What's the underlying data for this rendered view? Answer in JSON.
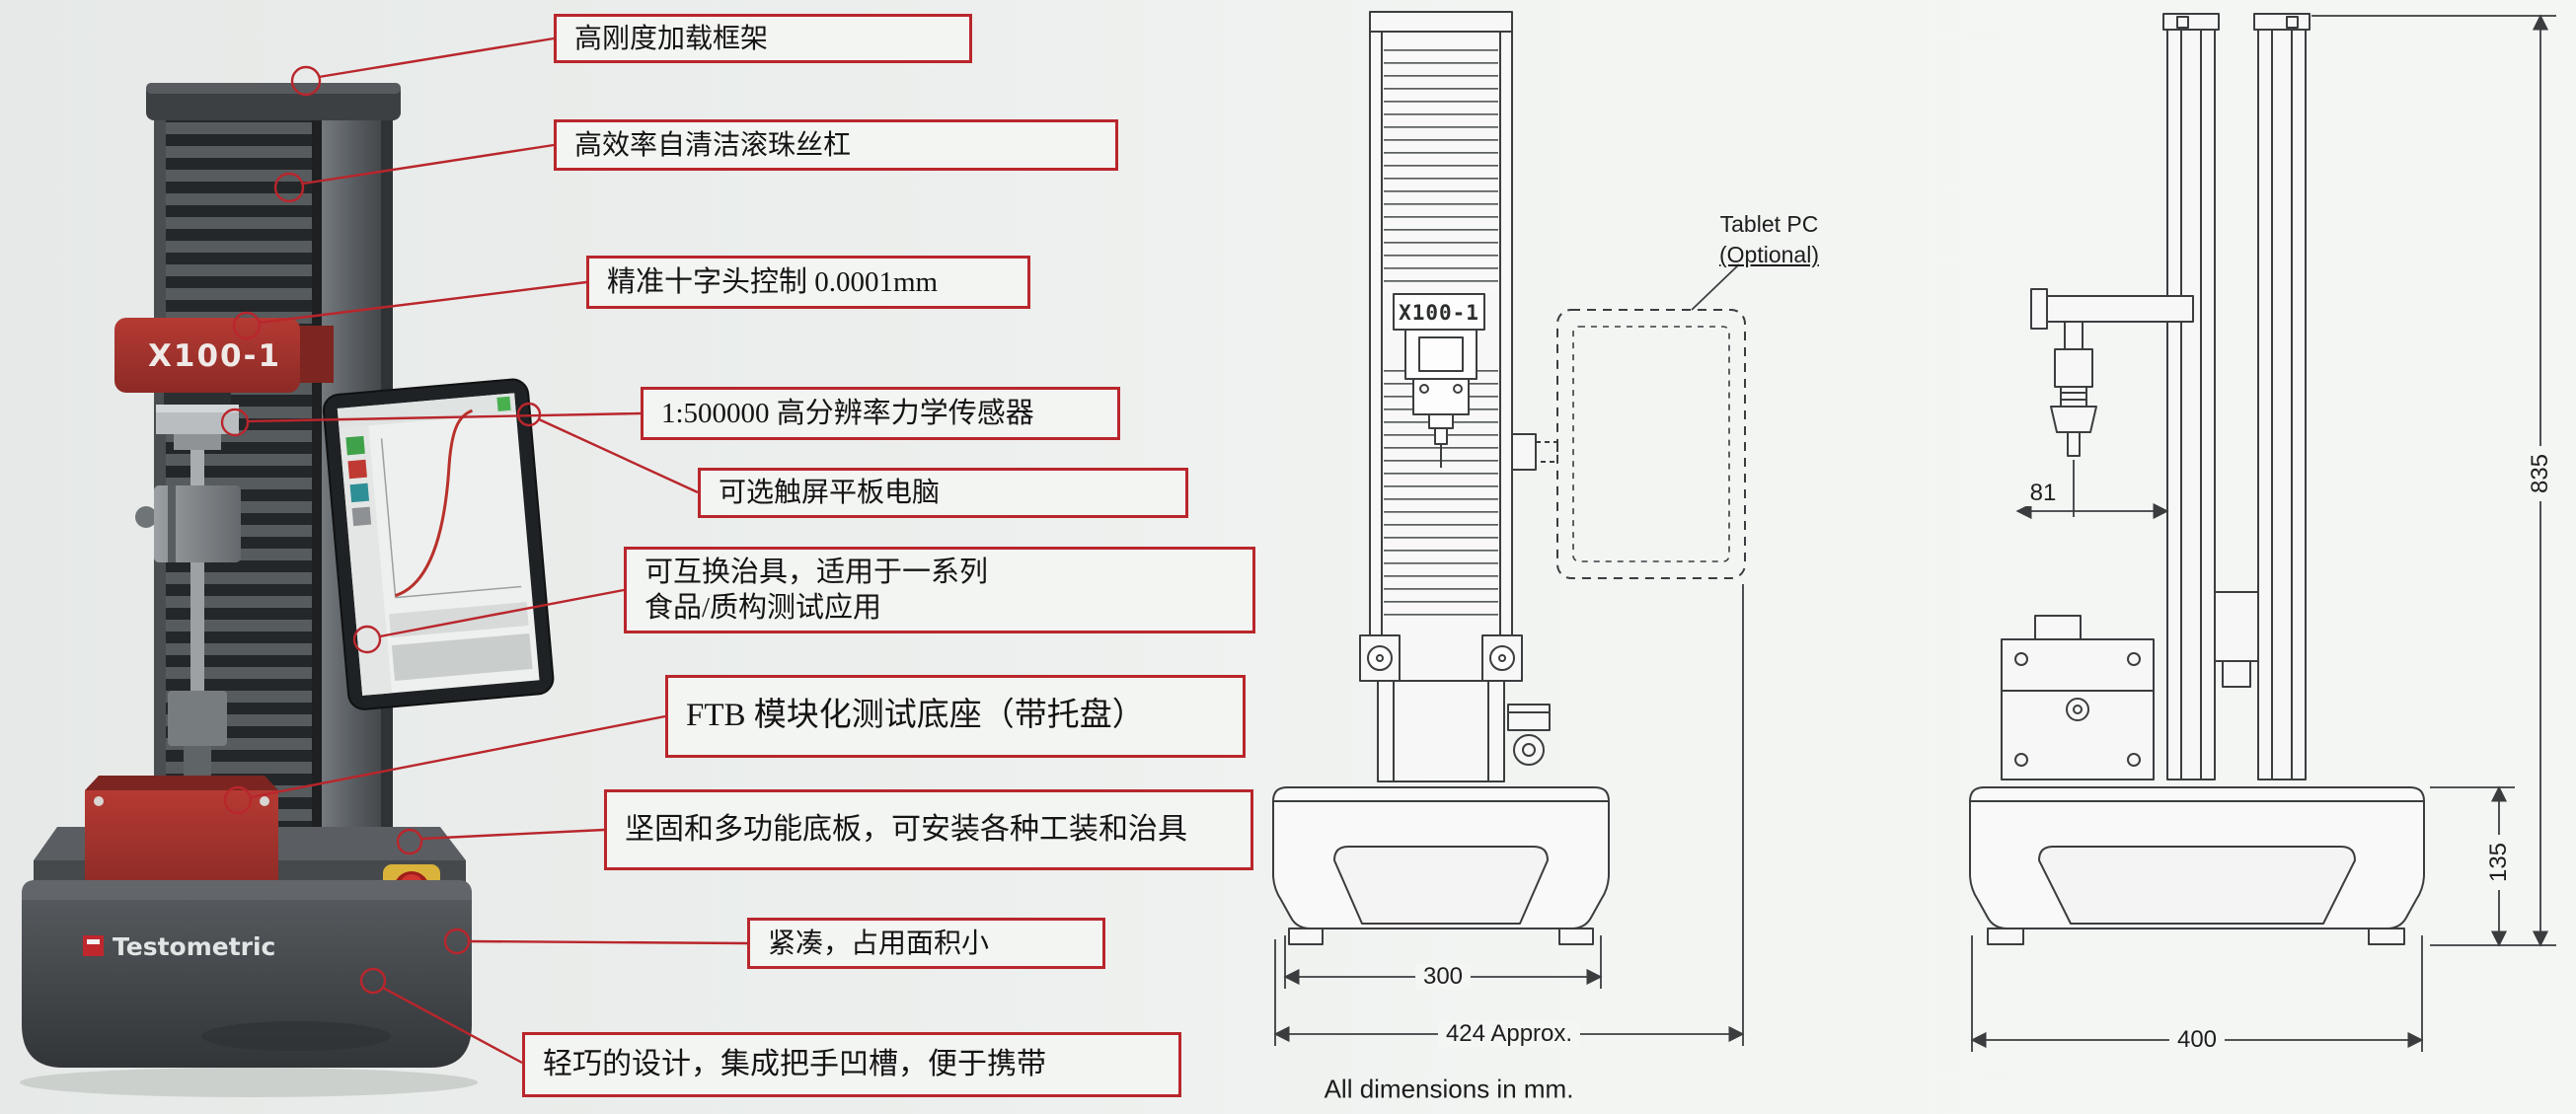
{
  "machine": {
    "model_label": "X100-1",
    "brand": "Testometric"
  },
  "callouts": [
    {
      "text": "高刚度加载框架"
    },
    {
      "text": "高效率自清洁滚珠丝杠"
    },
    {
      "text": "精准十字头控制 0.0001mm"
    },
    {
      "text": "1:500000 高分辨率力学传感器"
    },
    {
      "text": "可选触屏平板电脑"
    },
    {
      "line1": "可互换治具，适用于一系列",
      "line2": "食品/质构测试应用"
    },
    {
      "text": "FTB 模块化测试底座（带托盘）"
    },
    {
      "text": "坚固和多功能底板，可安装各种工装和治具"
    },
    {
      "text": "紧凑，占用面积小"
    },
    {
      "text": "轻巧的设计，集成把手凹槽，便于携带"
    }
  ],
  "front_view": {
    "model_label": "X100-1",
    "tablet_label_line1": "Tablet PC",
    "tablet_label_line2": "(Optional)",
    "dim_inner_width": "300",
    "dim_overall_width": "424 Approx.",
    "footnote": "All dimensions in mm."
  },
  "side_view": {
    "dim_arm_offset": "81",
    "dim_overall_height": "835",
    "dim_base_height": "135",
    "dim_base_width": "400"
  },
  "colors": {
    "callout_red": "#b9262c",
    "machine_red": "#a83430",
    "drawing_line": "#3b3d3f"
  }
}
